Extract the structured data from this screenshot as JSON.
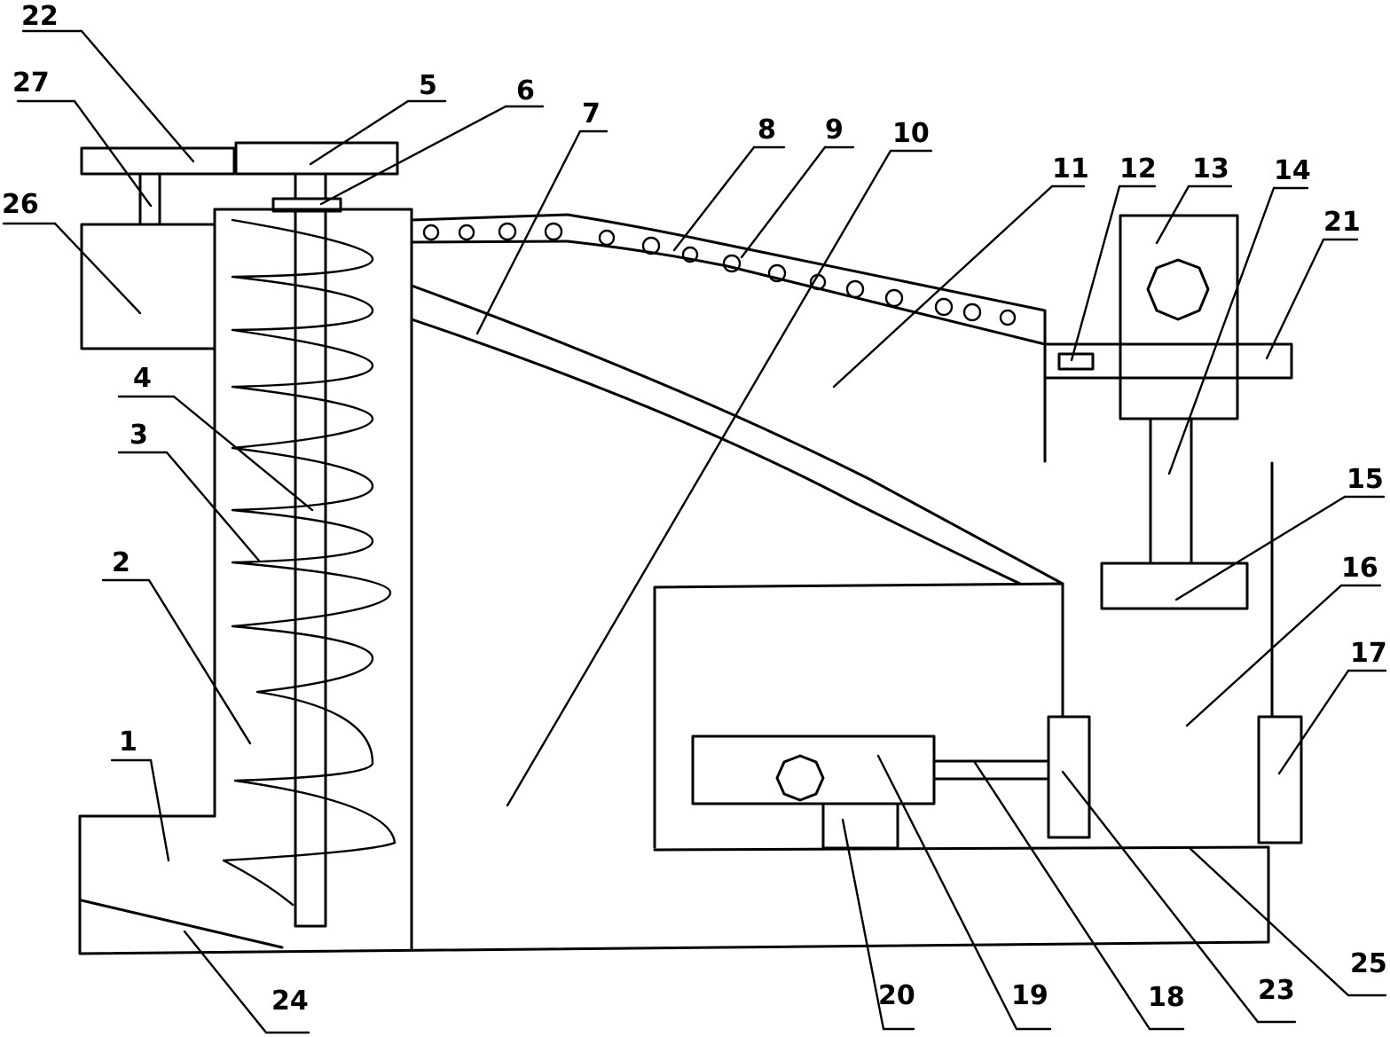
{
  "part_labels": {
    "p1": "1",
    "p2": "2",
    "p3": "3",
    "p4": "4",
    "p5": "5",
    "p6": "6",
    "p7": "7",
    "p8": "8",
    "p9": "9",
    "p10": "10",
    "p11": "11",
    "p12": "12",
    "p13": "13",
    "p14": "14",
    "p15": "15",
    "p16": "16",
    "p17": "17",
    "p18": "18",
    "p19": "19",
    "p20": "20",
    "p21": "21",
    "p22": "22",
    "p23": "23",
    "p24": "24",
    "p25": "25",
    "p26": "26",
    "p27": "27"
  },
  "colors": {
    "line": "#000000",
    "background": "#ffffff"
  }
}
